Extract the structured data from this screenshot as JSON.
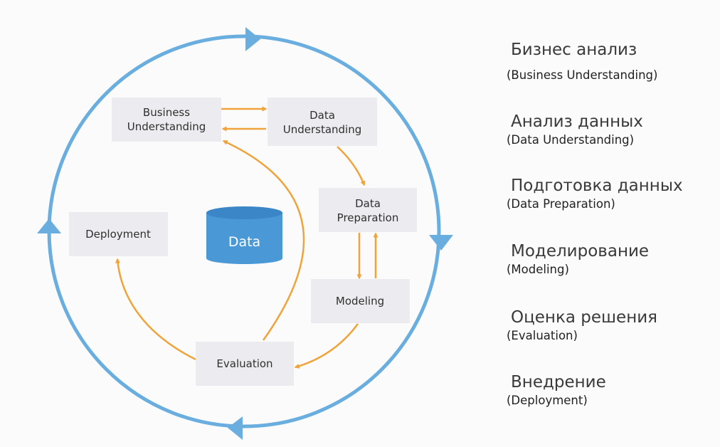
{
  "diagram": {
    "nodes": {
      "business": [
        "Business",
        "Understanding"
      ],
      "data_understanding": [
        "Data",
        "Understanding"
      ],
      "data_preparation": [
        "Data",
        "Preparation"
      ],
      "modeling": [
        "Modeling"
      ],
      "evaluation": [
        "Evaluation"
      ],
      "deployment": [
        "Deployment"
      ],
      "data_store": "Data"
    },
    "colors": {
      "cycle": "#6aaee0",
      "flow": "#f0a33a",
      "box": "#ececf0",
      "cylinder": "#4b98d6"
    }
  },
  "legend": [
    {
      "ru": "Бизнес анализ",
      "en": "(Business Understanding)"
    },
    {
      "ru": "Анализ данных",
      "en": "(Data Understanding)"
    },
    {
      "ru": "Подготовка данных",
      "en": "(Data Preparation)"
    },
    {
      "ru": "Моделирование",
      "en": "(Modeling)"
    },
    {
      "ru": "Оценка решения",
      "en": "(Evaluation)"
    },
    {
      "ru": "Внедрение",
      "en": "(Deployment)"
    }
  ]
}
